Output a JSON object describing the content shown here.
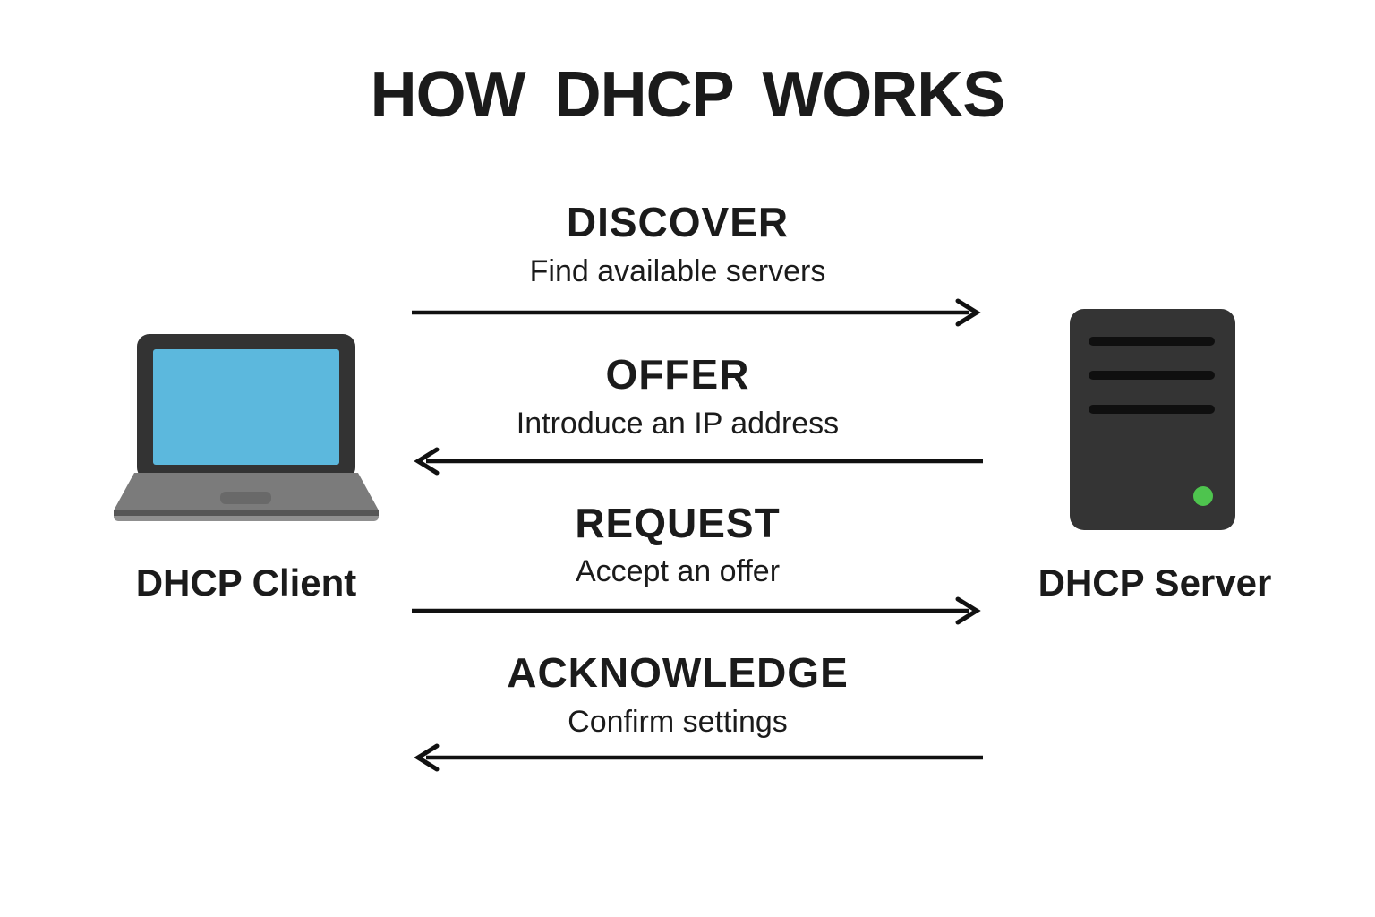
{
  "title": "HOW DHCP WORKS",
  "nodes": {
    "client": {
      "label": "DHCP Client",
      "icon": "laptop-icon"
    },
    "server": {
      "label": "DHCP Server",
      "icon": "server-icon"
    }
  },
  "messages": [
    {
      "name": "DISCOVER",
      "description": "Find available servers",
      "direction": "right"
    },
    {
      "name": "OFFER",
      "description": "Introduce an IP address",
      "direction": "left"
    },
    {
      "name": "REQUEST",
      "description": "Accept an offer",
      "direction": "right"
    },
    {
      "name": "ACKNOWLEDGE",
      "description": "Confirm settings",
      "direction": "left"
    }
  ],
  "colors": {
    "background": "#ffffff",
    "text": "#1b1b1b",
    "arrow": "#111111",
    "laptop_body": "#333333",
    "laptop_screen": "#5cb8dd",
    "laptop_base": "#7b7b7b",
    "laptop_base_band": "#565656",
    "laptop_base_lip": "#8f8f8f",
    "laptop_trackpad": "#696969",
    "server_body": "#343434",
    "server_slots": "#0f0f0f",
    "server_led": "#4ec44e"
  }
}
